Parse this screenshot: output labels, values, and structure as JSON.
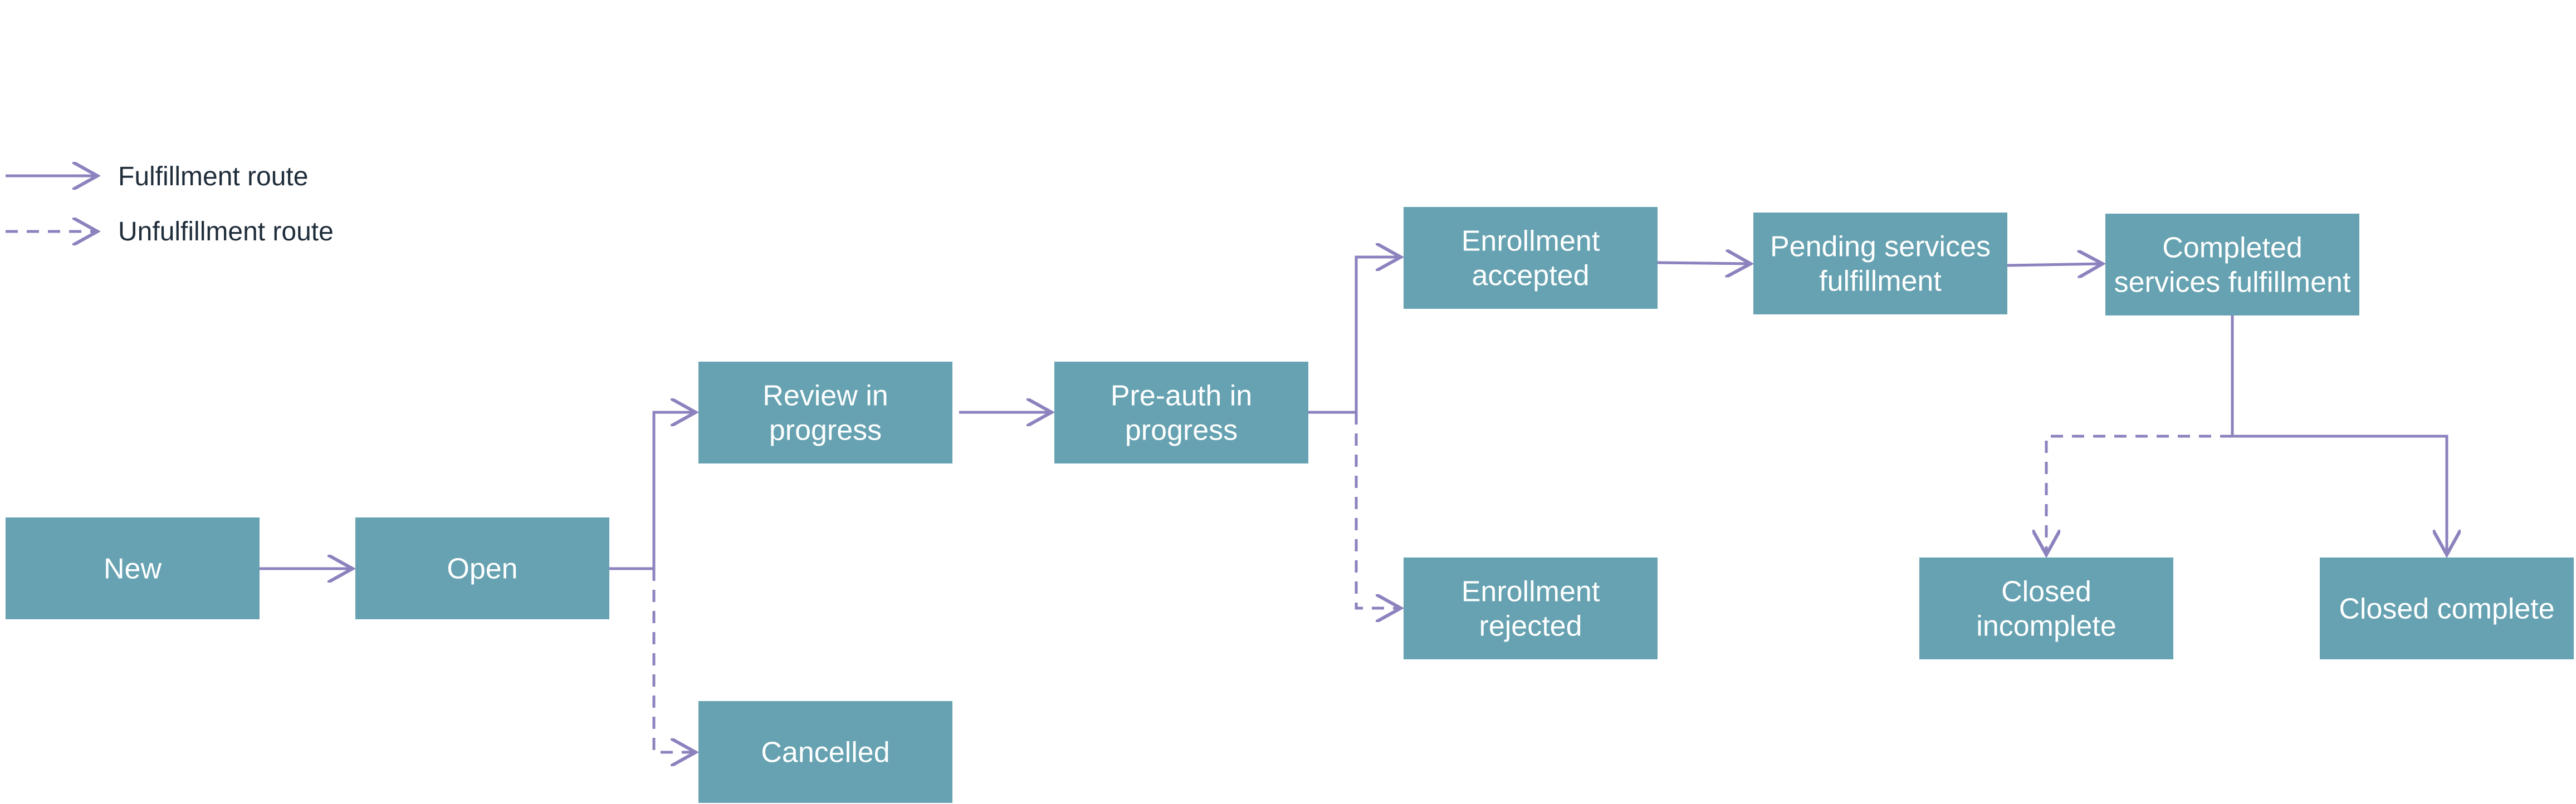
{
  "legend": {
    "fulfillment": "Fulfillment route",
    "unfulfillment": "Unfulfillment route"
  },
  "colors": {
    "node_fill": "#66a2b1",
    "node_text": "#ffffff",
    "edge": "#8c82be",
    "legend_text": "#1f2d3a"
  },
  "nodes": {
    "new": [
      "New"
    ],
    "open": [
      "Open"
    ],
    "review": [
      "Review in",
      "progress"
    ],
    "cancelled": [
      "Cancelled"
    ],
    "preauth": [
      "Pre-auth in",
      "progress"
    ],
    "enroll_accepted": [
      "Enrollment",
      "accepted"
    ],
    "enroll_rejected": [
      "Enrollment",
      "rejected"
    ],
    "pending": [
      "Pending services",
      "fulfillment"
    ],
    "completed": [
      "Completed",
      "services fulfillment"
    ],
    "closed_incomplete": [
      "Closed",
      "incomplete"
    ],
    "closed_complete": [
      "Closed complete"
    ]
  },
  "edges": [
    {
      "from": "new",
      "to": "open",
      "route": "fulfillment"
    },
    {
      "from": "open",
      "to": "review",
      "route": "fulfillment"
    },
    {
      "from": "open",
      "to": "cancelled",
      "route": "unfulfillment"
    },
    {
      "from": "review",
      "to": "preauth",
      "route": "fulfillment"
    },
    {
      "from": "preauth",
      "to": "enroll_accepted",
      "route": "fulfillment"
    },
    {
      "from": "preauth",
      "to": "enroll_rejected",
      "route": "unfulfillment"
    },
    {
      "from": "enroll_accepted",
      "to": "pending",
      "route": "fulfillment"
    },
    {
      "from": "pending",
      "to": "completed",
      "route": "fulfillment"
    },
    {
      "from": "completed",
      "to": "closed_incomplete",
      "route": "unfulfillment"
    },
    {
      "from": "completed",
      "to": "closed_complete",
      "route": "fulfillment"
    }
  ]
}
